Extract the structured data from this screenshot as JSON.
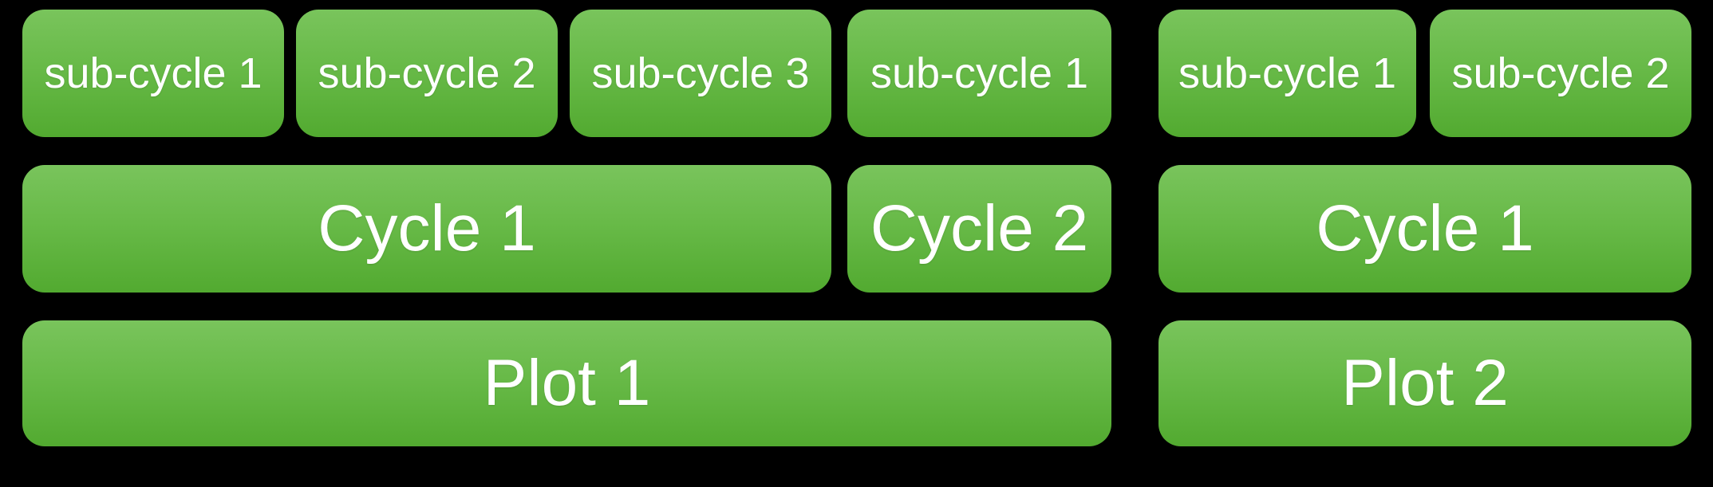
{
  "diagram": {
    "background_color": "#000000",
    "box_gradient_top": "#79c45c",
    "box_gradient_bottom": "#52aa30",
    "box_text_color": "#ffffff",
    "left_group": {
      "subcycles": [
        {
          "label": "sub-cycle 1"
        },
        {
          "label": "sub-cycle 2"
        },
        {
          "label": "sub-cycle 3"
        },
        {
          "label": "sub-cycle 1"
        }
      ],
      "cycles": [
        {
          "label": "Cycle 1"
        },
        {
          "label": "Cycle 2"
        }
      ],
      "plot": {
        "label": "Plot 1"
      }
    },
    "right_group": {
      "subcycles": [
        {
          "label": "sub-cycle 1"
        },
        {
          "label": "sub-cycle 2"
        }
      ],
      "cycles": [
        {
          "label": "Cycle 1"
        }
      ],
      "plot": {
        "label": "Plot 2"
      }
    }
  }
}
